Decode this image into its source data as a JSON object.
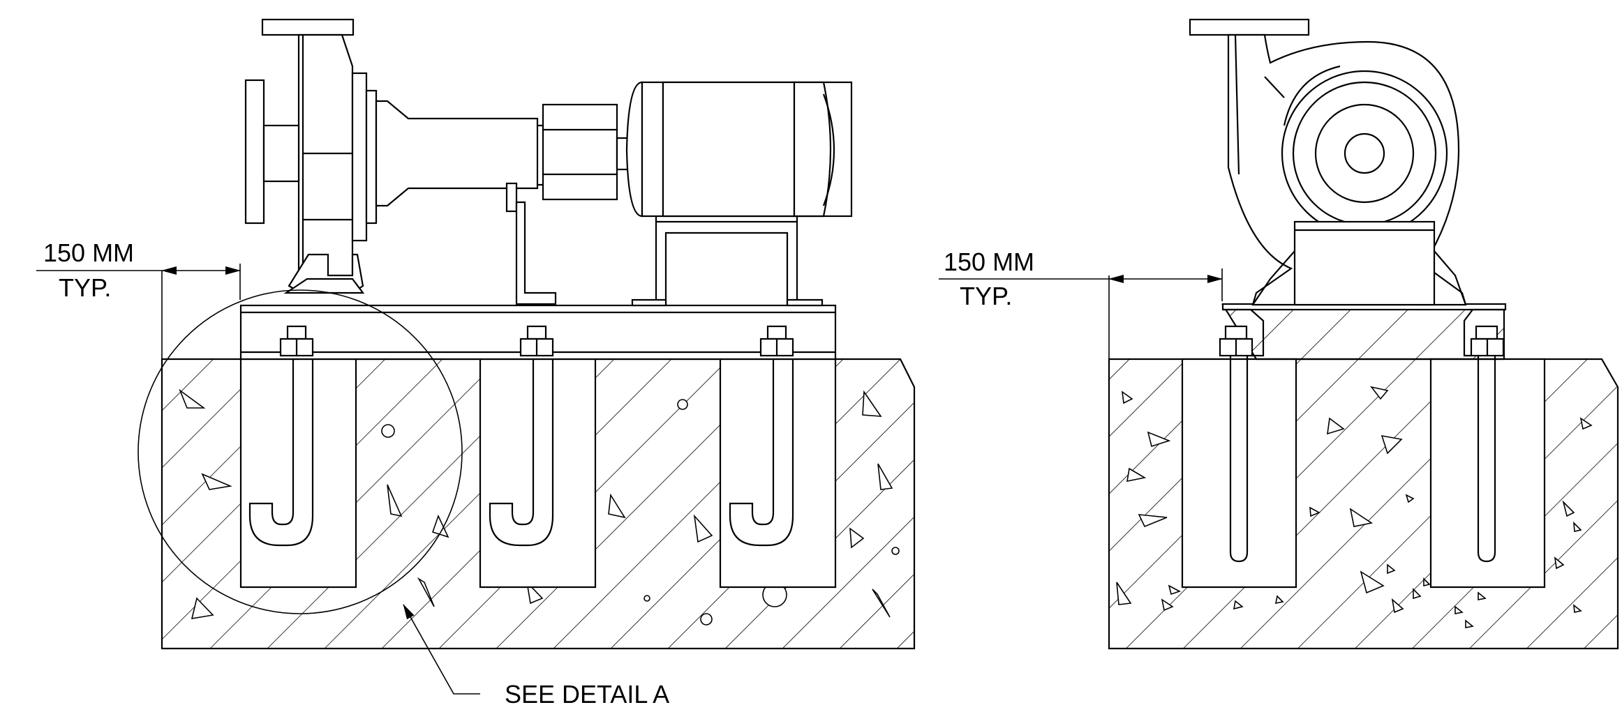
{
  "left_view": {
    "dimension_value": "150 MM",
    "dimension_note": "TYP.",
    "callout": "SEE DETAIL  A"
  },
  "right_view": {
    "dimension_value": "150 MM",
    "dimension_note": "TYP."
  },
  "colors": {
    "line": "#000000",
    "background": "#ffffff"
  }
}
